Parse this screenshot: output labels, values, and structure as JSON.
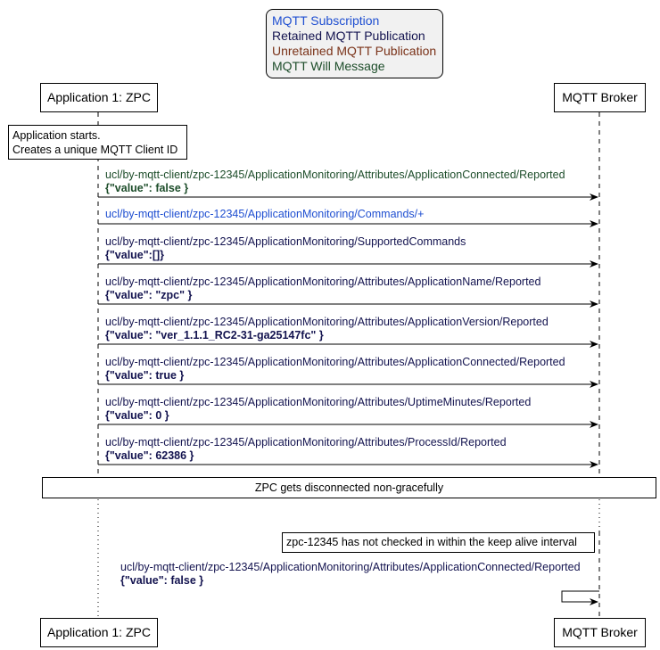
{
  "colors": {
    "subscription": "#1f4fd1",
    "retained": "#13134f",
    "unretained": "#7a3218",
    "will": "#1d4d2a"
  },
  "legend": {
    "subscription": "MQTT Subscription",
    "retained": "Retained MQTT Publication",
    "unretained": "Unretained MQTT Publication",
    "will": "MQTT Will Message"
  },
  "actors": {
    "app": "Application 1: ZPC",
    "broker": "MQTT Broker"
  },
  "notes": {
    "start_line1": "Application starts.",
    "start_line2": "Creates a unique MQTT Client ID",
    "disconnect": "ZPC gets disconnected non-gracefully",
    "keepalive": "zpc-12345 has not checked in within the keep alive interval"
  },
  "messages": [
    {
      "kind": "will",
      "topic": "ucl/by-mqtt-client/zpc-12345/ApplicationMonitoring/Attributes/ApplicationConnected/Reported",
      "payload": "{\"value\": false }"
    },
    {
      "kind": "subscription",
      "topic": "ucl/by-mqtt-client/zpc-12345/ApplicationMonitoring/Commands/+",
      "payload": ""
    },
    {
      "kind": "retained",
      "topic": "ucl/by-mqtt-client/zpc-12345/ApplicationMonitoring/SupportedCommands",
      "payload": "{\"value\":[]}"
    },
    {
      "kind": "retained",
      "topic": "ucl/by-mqtt-client/zpc-12345/ApplicationMonitoring/Attributes/ApplicationName/Reported",
      "payload": "{\"value\": \"zpc\" }"
    },
    {
      "kind": "retained",
      "topic": "ucl/by-mqtt-client/zpc-12345/ApplicationMonitoring/Attributes/ApplicationVersion/Reported",
      "payload": "{\"value\": \"ver_1.1.1_RC2-31-ga25147fc\" }"
    },
    {
      "kind": "retained",
      "topic": "ucl/by-mqtt-client/zpc-12345/ApplicationMonitoring/Attributes/ApplicationConnected/Reported",
      "payload": "{\"value\": true }"
    },
    {
      "kind": "retained",
      "topic": "ucl/by-mqtt-client/zpc-12345/ApplicationMonitoring/Attributes/UptimeMinutes/Reported",
      "payload": "{\"value\": 0 }"
    },
    {
      "kind": "retained",
      "topic": "ucl/by-mqtt-client/zpc-12345/ApplicationMonitoring/Attributes/ProcessId/Reported",
      "payload": "{\"value\": 62386 }"
    }
  ],
  "self_message": {
    "kind": "retained",
    "topic": "ucl/by-mqtt-client/zpc-12345/ApplicationMonitoring/Attributes/ApplicationConnected/Reported",
    "payload": "{\"value\": false }"
  }
}
